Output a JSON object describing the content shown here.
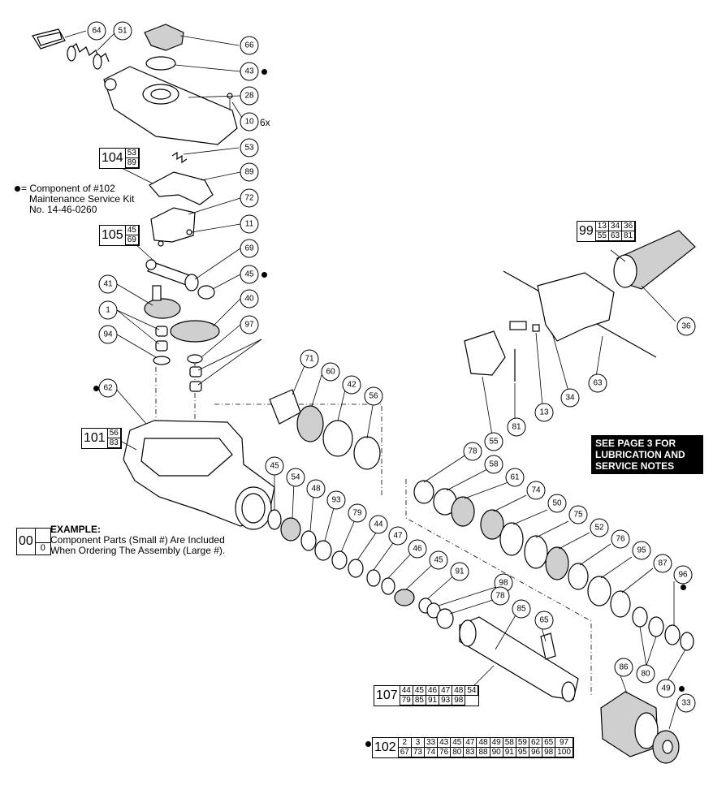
{
  "legend_kit": {
    "line1": "= Component of #102",
    "line2": "Maintenance Service Kit",
    "line3": "No. 14-46-0260"
  },
  "example": {
    "title": "EXAMPLE:",
    "line1": "Component Parts (Small #) Are Included",
    "line2": "When Ordering The Assembly (Large #).",
    "big": "00",
    "small": "0"
  },
  "service_note": "SEE PAGE 3 FOR LUBRICATION AND SERVICE NOTES",
  "qty_note": "6x",
  "callouts": [
    "64",
    "51",
    "66",
    "43",
    "28",
    "10",
    "53",
    "89",
    "72",
    "11",
    "69",
    "45",
    "41",
    "40",
    "97",
    "1",
    "94",
    "62",
    "71",
    "60",
    "42",
    "56",
    "45",
    "54",
    "48",
    "93",
    "79",
    "44",
    "47",
    "46",
    "45",
    "91",
    "98",
    "78",
    "85",
    "65",
    "78",
    "58",
    "61",
    "74",
    "50",
    "75",
    "52",
    "76",
    "95",
    "87",
    "96",
    "80",
    "49",
    "86",
    "33",
    "55",
    "81",
    "13",
    "34",
    "63",
    "36"
  ],
  "assemblies": {
    "a104": {
      "big": "104",
      "subs": [
        "53",
        "89"
      ]
    },
    "a105": {
      "big": "105",
      "subs": [
        "45",
        "69"
      ]
    },
    "a101": {
      "big": "101",
      "subs": [
        "56",
        "83"
      ]
    },
    "a99": {
      "big": "99",
      "subs": [
        "13",
        "34",
        "36",
        "55",
        "63",
        "81"
      ]
    },
    "a107": {
      "big": "107",
      "subs": [
        "44",
        "45",
        "46",
        "47",
        "48",
        "54",
        "79",
        "85",
        "91",
        "93",
        "98"
      ]
    },
    "a102": {
      "big": "102",
      "subs": [
        "2",
        "3",
        "33",
        "43",
        "45",
        "47",
        "48",
        "49",
        "58",
        "59",
        "62",
        "65",
        "97",
        "67",
        "73",
        "74",
        "76",
        "80",
        "83",
        "88",
        "90",
        "91",
        "95",
        "96",
        "98",
        "100"
      ]
    }
  }
}
